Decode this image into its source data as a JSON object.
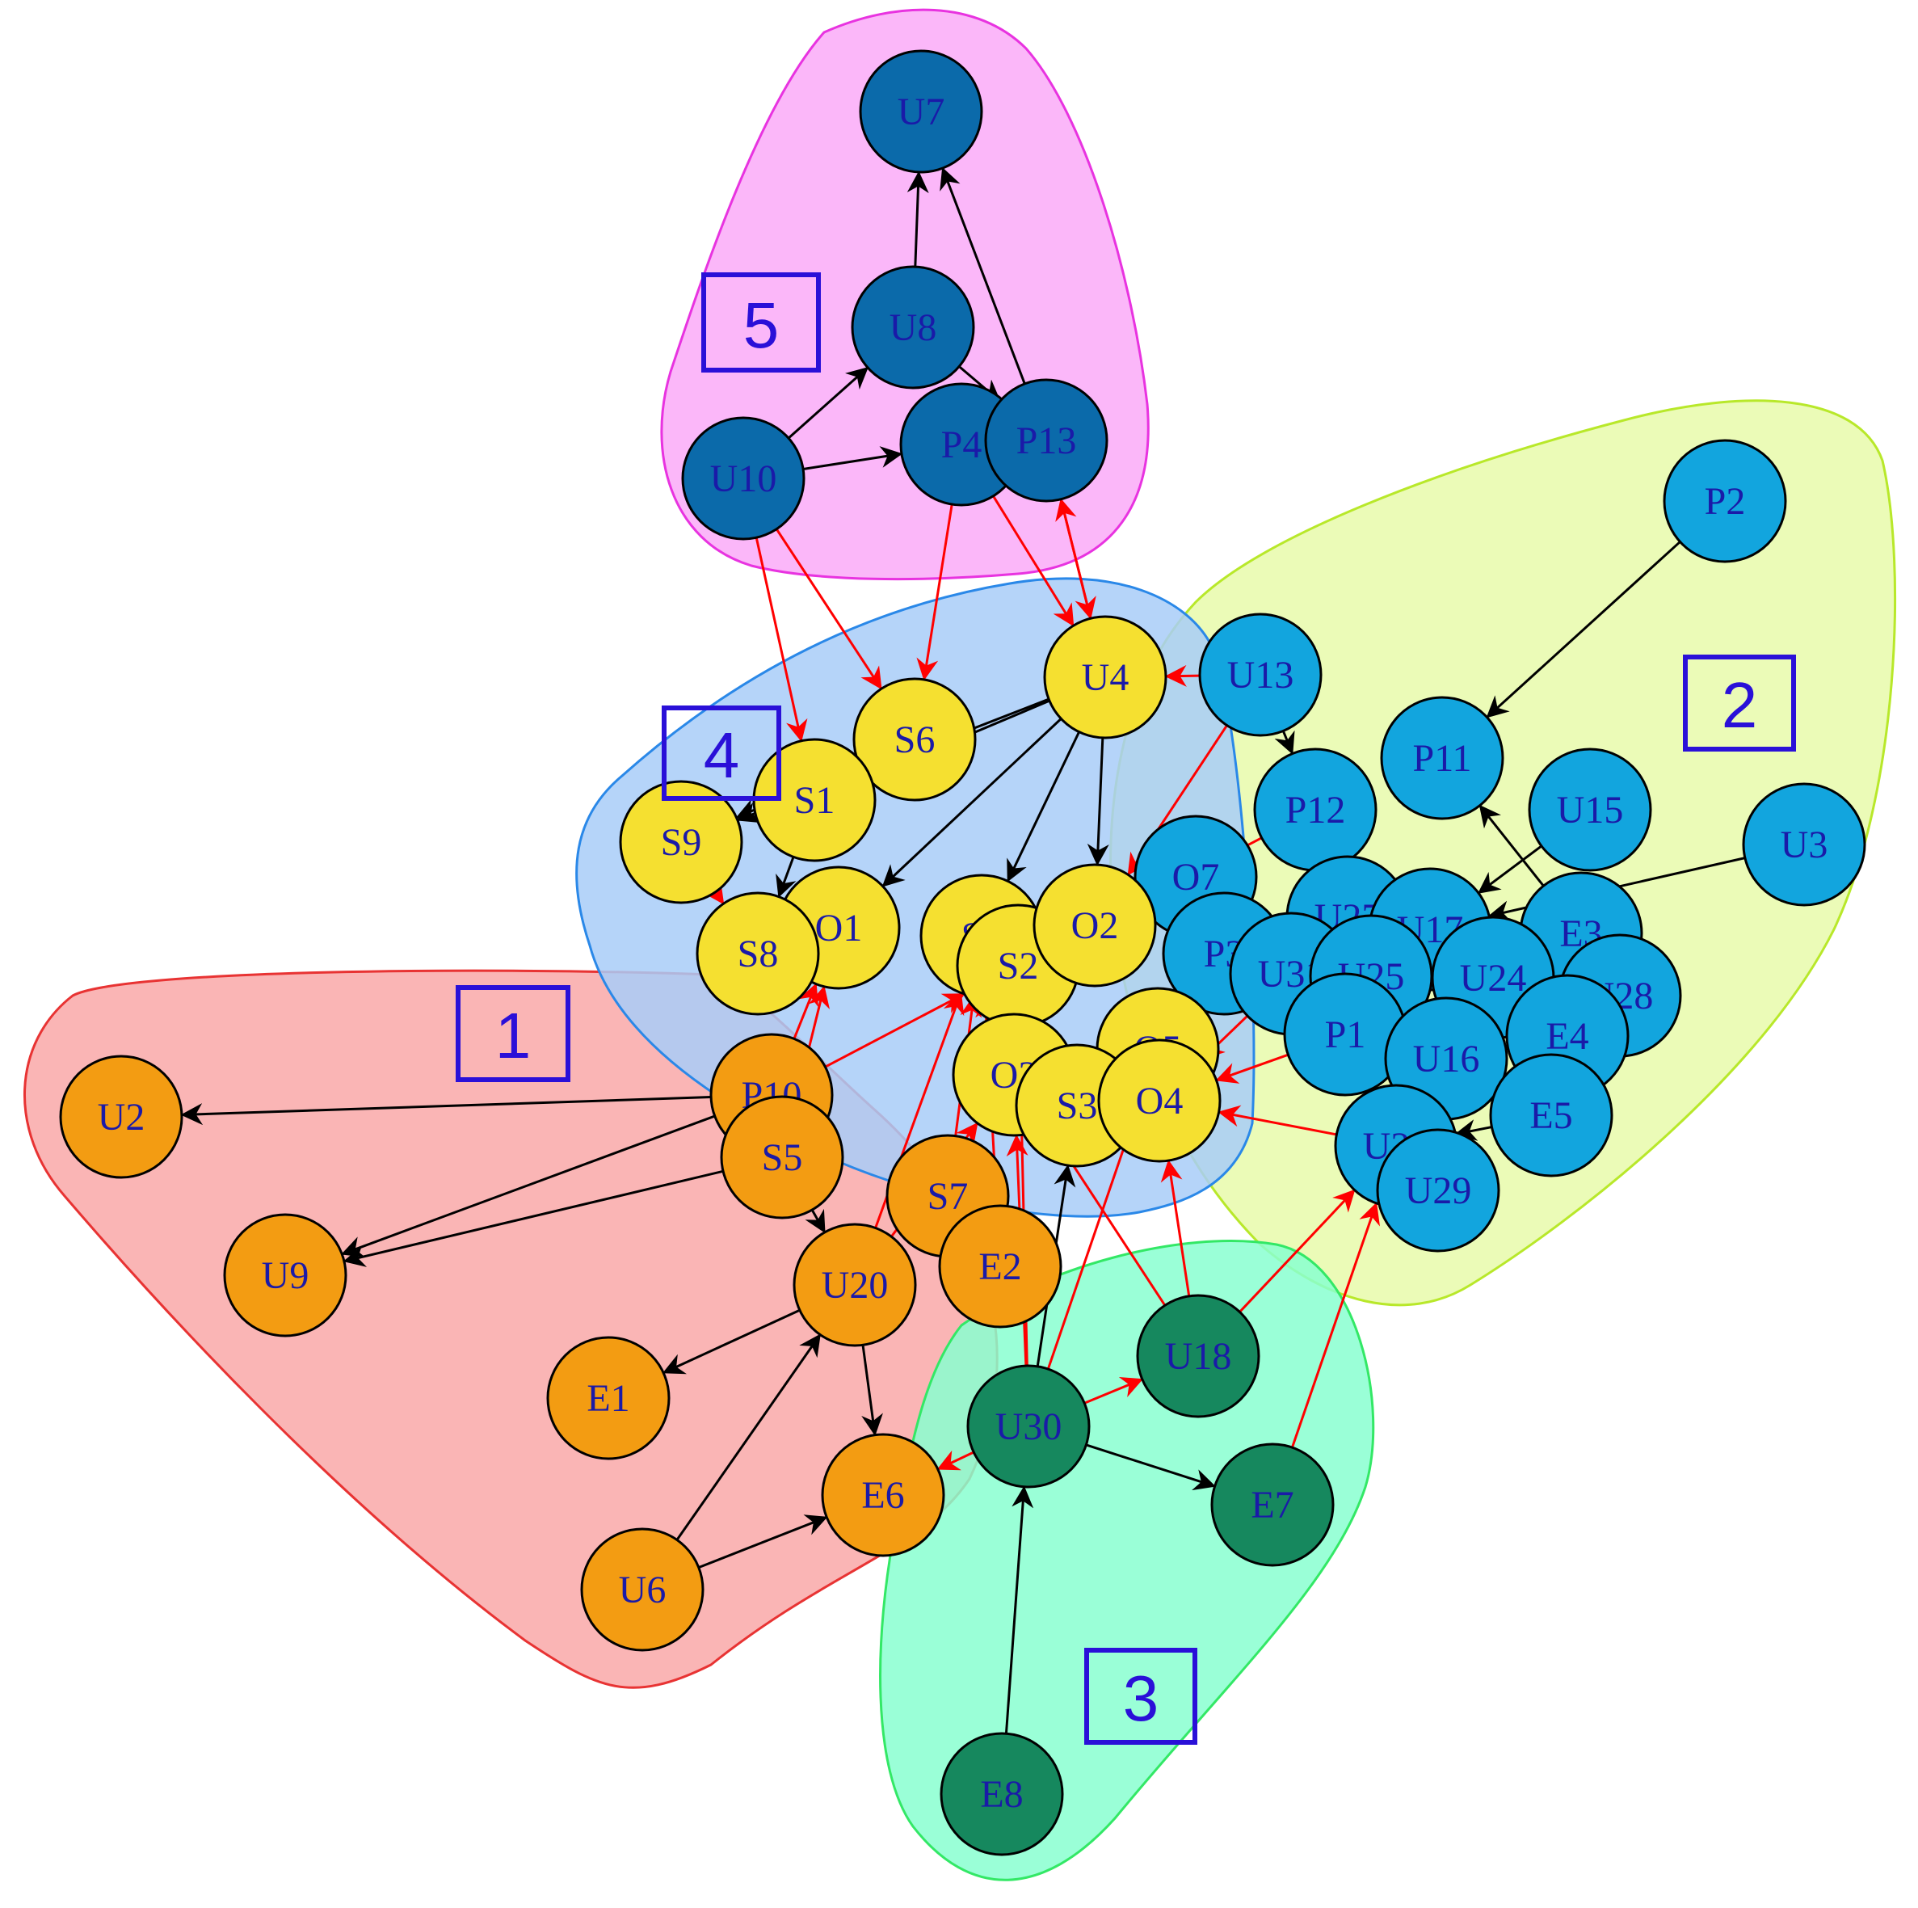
{
  "colors": {
    "orange": "#F39C12",
    "light_blue": "#12A5DE",
    "green": "#16885E",
    "yellow": "#F5E030",
    "dark_blue": "#0B6AAA",
    "red_edge": "#FF0000",
    "black_edge": "#000000",
    "label": "#1a1aa8",
    "box_border": "#2a10d8"
  },
  "groups": [
    {
      "id": "1",
      "label": "1",
      "fill": "#F9A8A8",
      "stroke": "#E83333"
    },
    {
      "id": "2",
      "label": "2",
      "fill": "#E8FAAA",
      "stroke": "#B8E82A"
    },
    {
      "id": "3",
      "label": "3",
      "fill": "#88FFD0",
      "stroke": "#33E866"
    },
    {
      "id": "4",
      "label": "4",
      "fill": "#A8CCF8",
      "stroke": "#2A88E8"
    },
    {
      "id": "5",
      "label": "5",
      "fill": "#FAAAF8",
      "stroke": "#E833E0"
    }
  ],
  "nodes": [
    {
      "id": "U7",
      "label": "U7",
      "color": "dark_blue"
    },
    {
      "id": "U8",
      "label": "U8",
      "color": "dark_blue"
    },
    {
      "id": "U10",
      "label": "U10",
      "color": "dark_blue"
    },
    {
      "id": "P4",
      "label": "P4",
      "color": "dark_blue"
    },
    {
      "id": "P13",
      "label": "P13",
      "color": "dark_blue"
    },
    {
      "id": "P2",
      "label": "P2",
      "color": "light_blue"
    },
    {
      "id": "U13",
      "label": "U13",
      "color": "light_blue"
    },
    {
      "id": "P11",
      "label": "P11",
      "color": "light_blue"
    },
    {
      "id": "U15",
      "label": "U15",
      "color": "light_blue"
    },
    {
      "id": "U3",
      "label": "U3",
      "color": "light_blue"
    },
    {
      "id": "P12",
      "label": "P12",
      "color": "light_blue"
    },
    {
      "id": "O7",
      "label": "O7",
      "color": "light_blue"
    },
    {
      "id": "U27",
      "label": "U27",
      "color": "light_blue"
    },
    {
      "id": "U17",
      "label": "U17",
      "color": "light_blue"
    },
    {
      "id": "E3",
      "label": "E3",
      "color": "light_blue"
    },
    {
      "id": "P3",
      "label": "P3",
      "color": "light_blue"
    },
    {
      "id": "U31",
      "label": "U31",
      "color": "light_blue"
    },
    {
      "id": "U25",
      "label": "U25",
      "color": "light_blue"
    },
    {
      "id": "U24",
      "label": "U24",
      "color": "light_blue"
    },
    {
      "id": "U28",
      "label": "U28",
      "color": "light_blue"
    },
    {
      "id": "E4",
      "label": "E4",
      "color": "light_blue"
    },
    {
      "id": "P1",
      "label": "P1",
      "color": "light_blue"
    },
    {
      "id": "U16",
      "label": "U16",
      "color": "light_blue"
    },
    {
      "id": "E5",
      "label": "E5",
      "color": "light_blue"
    },
    {
      "id": "U26",
      "label": "U26",
      "color": "light_blue"
    },
    {
      "id": "U29",
      "label": "U29",
      "color": "light_blue"
    },
    {
      "id": "U4",
      "label": "U4",
      "color": "yellow"
    },
    {
      "id": "S6",
      "label": "S6",
      "color": "yellow"
    },
    {
      "id": "S1",
      "label": "S1",
      "color": "yellow"
    },
    {
      "id": "S9",
      "label": "S9",
      "color": "yellow"
    },
    {
      "id": "O1",
      "label": "O1",
      "color": "yellow"
    },
    {
      "id": "S8",
      "label": "S8",
      "color": "yellow"
    },
    {
      "id": "S4",
      "label": "S4",
      "color": "yellow"
    },
    {
      "id": "S2",
      "label": "S2",
      "color": "yellow"
    },
    {
      "id": "O2",
      "label": "O2",
      "color": "yellow"
    },
    {
      "id": "O5",
      "label": "O5",
      "color": "yellow"
    },
    {
      "id": "O3",
      "label": "O3",
      "color": "yellow"
    },
    {
      "id": "S3",
      "label": "S3",
      "color": "yellow"
    },
    {
      "id": "O4",
      "label": "O4",
      "color": "yellow"
    },
    {
      "id": "U2",
      "label": "U2",
      "color": "orange"
    },
    {
      "id": "U9",
      "label": "U9",
      "color": "orange"
    },
    {
      "id": "P10",
      "label": "P10",
      "color": "orange"
    },
    {
      "id": "S5",
      "label": "S5",
      "color": "orange"
    },
    {
      "id": "S7",
      "label": "S7",
      "color": "orange"
    },
    {
      "id": "E2",
      "label": "E2",
      "color": "orange"
    },
    {
      "id": "U20",
      "label": "U20",
      "color": "orange"
    },
    {
      "id": "E1",
      "label": "E1",
      "color": "orange"
    },
    {
      "id": "E6",
      "label": "E6",
      "color": "orange"
    },
    {
      "id": "U6",
      "label": "U6",
      "color": "orange"
    },
    {
      "id": "U18",
      "label": "U18",
      "color": "green"
    },
    {
      "id": "U30",
      "label": "U30",
      "color": "green"
    },
    {
      "id": "E7",
      "label": "E7",
      "color": "green"
    },
    {
      "id": "E8",
      "label": "E8",
      "color": "green"
    }
  ],
  "edges": [
    {
      "from": "U8",
      "to": "U7",
      "color": "black_edge"
    },
    {
      "from": "P13",
      "to": "U7",
      "color": "black_edge"
    },
    {
      "from": "U10",
      "to": "U8",
      "color": "black_edge"
    },
    {
      "from": "U10",
      "to": "P4",
      "color": "black_edge"
    },
    {
      "from": "U8",
      "to": "P13",
      "color": "black_edge"
    },
    {
      "from": "P2",
      "to": "P11",
      "color": "black_edge"
    },
    {
      "from": "U3",
      "to": "U17",
      "color": "black_edge"
    },
    {
      "from": "U15",
      "to": "U17",
      "color": "black_edge"
    },
    {
      "from": "E3",
      "to": "P11",
      "color": "black_edge"
    },
    {
      "from": "E5",
      "to": "U26",
      "color": "black_edge"
    },
    {
      "from": "U13",
      "to": "P12",
      "color": "black_edge"
    },
    {
      "from": "P10",
      "to": "U2",
      "color": "black_edge"
    },
    {
      "from": "P10",
      "to": "U9",
      "color": "black_edge"
    },
    {
      "from": "S5",
      "to": "U9",
      "color": "black_edge"
    },
    {
      "from": "S5",
      "to": "U20",
      "color": "black_edge"
    },
    {
      "from": "U20",
      "to": "E1",
      "color": "black_edge"
    },
    {
      "from": "U6",
      "to": "U20",
      "color": "black_edge"
    },
    {
      "from": "U6",
      "to": "E6",
      "color": "black_edge"
    },
    {
      "from": "U20",
      "to": "E6",
      "color": "black_edge"
    },
    {
      "from": "U30",
      "to": "E7",
      "color": "black_edge"
    },
    {
      "from": "E8",
      "to": "U30",
      "color": "black_edge"
    },
    {
      "from": "U4",
      "to": "S1",
      "color": "black_edge"
    },
    {
      "from": "U4",
      "to": "S9",
      "color": "black_edge"
    },
    {
      "from": "U4",
      "to": "S4",
      "color": "black_edge"
    },
    {
      "from": "U4",
      "to": "O1",
      "color": "black_edge"
    },
    {
      "from": "S6",
      "to": "S9",
      "color": "black_edge"
    },
    {
      "from": "S1",
      "to": "S8",
      "color": "black_edge"
    },
    {
      "from": "U4",
      "to": "O2",
      "color": "black_edge"
    },
    {
      "from": "U30",
      "to": "S3",
      "color": "black_edge"
    },
    {
      "from": "U10",
      "to": "S6",
      "color": "red_edge"
    },
    {
      "from": "U10",
      "to": "S1",
      "color": "red_edge"
    },
    {
      "from": "P4",
      "to": "S6",
      "color": "red_edge"
    },
    {
      "from": "P13",
      "to": "U4",
      "color": "red_edge"
    },
    {
      "from": "P4",
      "to": "U4",
      "color": "red_edge"
    },
    {
      "from": "U4",
      "to": "P13",
      "color": "red_edge"
    },
    {
      "from": "U13",
      "to": "U4",
      "color": "red_edge"
    },
    {
      "from": "P12",
      "to": "O2",
      "color": "red_edge"
    },
    {
      "from": "O7",
      "to": "S2",
      "color": "red_edge"
    },
    {
      "from": "P3",
      "to": "O5",
      "color": "red_edge"
    },
    {
      "from": "U31",
      "to": "O4",
      "color": "red_edge"
    },
    {
      "from": "P1",
      "to": "O4",
      "color": "red_edge"
    },
    {
      "from": "U26",
      "to": "O4",
      "color": "red_edge"
    },
    {
      "from": "U18",
      "to": "U26",
      "color": "red_edge"
    },
    {
      "from": "U18",
      "to": "O4",
      "color": "red_edge"
    },
    {
      "from": "U30",
      "to": "O3",
      "color": "red_edge"
    },
    {
      "from": "U30",
      "to": "S2",
      "color": "red_edge"
    },
    {
      "from": "U30",
      "to": "O5",
      "color": "red_edge"
    },
    {
      "from": "U30",
      "to": "U18",
      "color": "red_edge"
    },
    {
      "from": "U30",
      "to": "E6",
      "color": "red_edge"
    },
    {
      "from": "E2",
      "to": "S4",
      "color": "red_edge"
    },
    {
      "from": "S7",
      "to": "S4",
      "color": "red_edge"
    },
    {
      "from": "U20",
      "to": "O3",
      "color": "red_edge"
    },
    {
      "from": "U20",
      "to": "S4",
      "color": "red_edge"
    },
    {
      "from": "P10",
      "to": "O1",
      "color": "red_edge"
    },
    {
      "from": "S5",
      "to": "O1",
      "color": "red_edge"
    },
    {
      "from": "P10",
      "to": "S2",
      "color": "red_edge"
    },
    {
      "from": "S9",
      "to": "S8",
      "color": "red_edge"
    },
    {
      "from": "U18",
      "to": "O3",
      "color": "red_edge"
    },
    {
      "from": "E7",
      "to": "U26",
      "color": "red_edge"
    },
    {
      "from": "U13",
      "to": "O2",
      "color": "red_edge"
    }
  ]
}
